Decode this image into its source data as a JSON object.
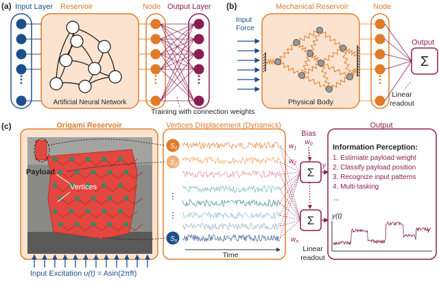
{
  "panels": {
    "a": {
      "letter": "(a)",
      "input_layer": "Input Layer",
      "reservoir": "Reservoir",
      "node": "Node",
      "output_layer": "Output Layer",
      "network_caption": "Artificial Neural Network",
      "training_note": "Training with connection weights"
    },
    "b": {
      "letter": "(b)",
      "title": "Mechanical Reservoir",
      "node": "Node",
      "input_line1": "Input",
      "input_line2": "Force",
      "body_caption": "Physical Body",
      "output": "Output",
      "sum_symbol": "Σ",
      "readout_line1": "Linear",
      "readout_line2": "readout"
    },
    "c": {
      "letter": "(c)",
      "origami_title": "Origami Reservoir",
      "payload": "Payload",
      "vertices": "Vertices",
      "dynamics_title": "Vertices Displacement (Dynamics)",
      "node_labels": [
        "S1",
        "S2",
        "Sn"
      ],
      "node_label_main": "S",
      "node_label_subs": [
        "1",
        "2",
        "n"
      ],
      "dots": "⋮",
      "time_axis": "Time",
      "bias_line1": "Bias",
      "bias_w": "w",
      "bias_w_sub": "0",
      "weight_w": "w",
      "weight_subs": [
        "1",
        "2",
        "n"
      ],
      "sum_symbol": "Σ",
      "y_label": "y",
      "readout_line1": "Linear",
      "readout_line2": "readout",
      "output_title": "Output",
      "info_title": "Information Perception:",
      "info_items": [
        "1. Estimiate payload weight",
        "2. Classify payload position",
        "3. Recognize input patterns",
        "4. Multi-tasking"
      ],
      "info_more": "...",
      "yt_label": "y(t)",
      "excitation_prefix": "Input Excitation ",
      "excitation_u": "u(t)",
      "excitation_eq": " = Asin(2πft)"
    }
  },
  "colors": {
    "blue": "#1f4e8c",
    "orange": "#e07b2a",
    "light_orange": "#fbe3cf",
    "maroon": "#8a1e50",
    "origami_red": "#e2483f",
    "vertex_green": "#2e8b6e",
    "teal": "#2f7f8f"
  },
  "icons": [
    "sum-icon",
    "spring-icon",
    "arrow-icon",
    "wall-icon"
  ]
}
